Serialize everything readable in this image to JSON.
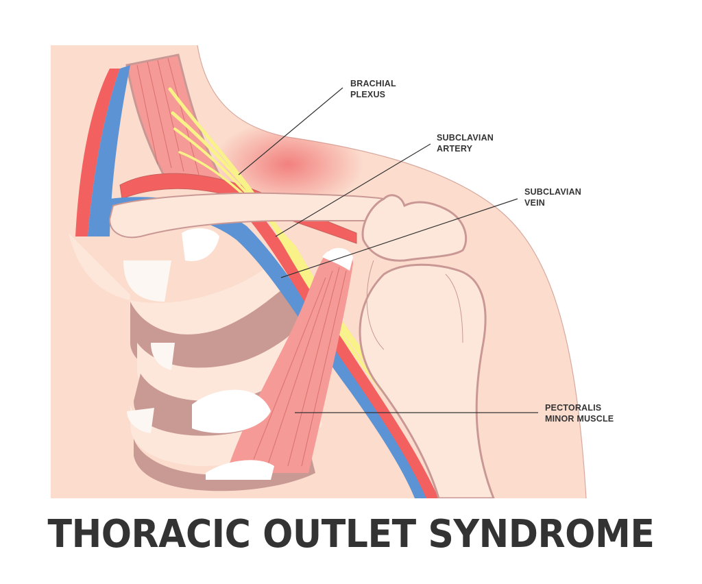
{
  "title": "THORACIC OUTLET SYNDROME",
  "labels": {
    "brachial_plexus": {
      "line1": "BRACHIAL",
      "line2": "PLEXUS"
    },
    "subclavian_artery": {
      "line1": "SUBCLAVIAN",
      "line2": "ARTERY"
    },
    "subclavian_vein": {
      "line1": "SUBCLAVIAN",
      "line2": "VEIN"
    },
    "pectoralis_minor": {
      "line1": "PECTORALIS",
      "line2": "MINOR MUSCLE"
    }
  },
  "colors": {
    "skin": "#fbdccd",
    "skin_light": "#fde7da",
    "bone": "#fde7da",
    "bone_outline": "#c99894",
    "rib_dark": "#c99a94",
    "muscle": "#f59a96",
    "muscle_line": "#d9706c",
    "artery": "#f26060",
    "vein": "#5b93d4",
    "nerve": "#f9f289",
    "tendon": "#ffffff",
    "text": "#333333",
    "leader_line": "#333333"
  }
}
